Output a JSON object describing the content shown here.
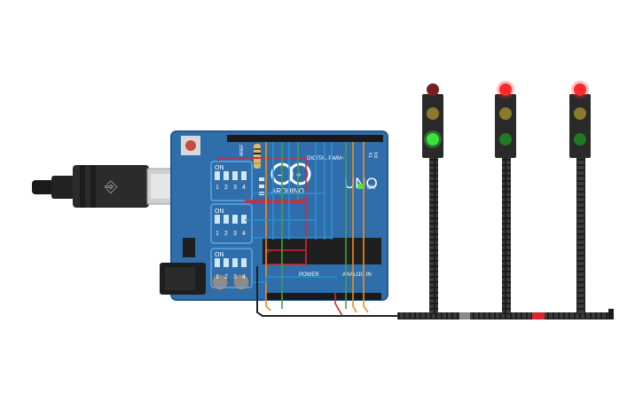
{
  "board": {
    "logo": "ARDUINO",
    "model": "UNO",
    "on_label": "ON",
    "digital_label": "DIGITAL PWM~",
    "power_label": "POWER",
    "analog_label": "ANALOG IN",
    "tx_label": "TX",
    "rx_label": "RX",
    "aref_label": "AREF"
  },
  "dip_switches": [
    {
      "on_label": "ON",
      "numbers": [
        "1",
        "2",
        "3",
        "4"
      ]
    },
    {
      "on_label": "ON",
      "numbers": [
        "1",
        "2",
        "3",
        "4"
      ]
    },
    {
      "on_label": "ON",
      "numbers": [
        "1",
        "2",
        "3",
        "4"
      ]
    }
  ],
  "traffic_lights": [
    {
      "red_on": false,
      "yellow_on": false,
      "green_on": true
    },
    {
      "red_on": true,
      "yellow_on": false,
      "green_on": false
    },
    {
      "red_on": true,
      "yellow_on": false,
      "green_on": false
    }
  ],
  "colors": {
    "board": "#2f6eab",
    "wire_red": "#d9272e",
    "wire_orange": "#f28c1c",
    "wire_green": "#43a047",
    "wire_blue": "#2a8fd6",
    "wire_black": "#222222",
    "led_red": "#ff2a2a",
    "led_green": "#39e23b"
  }
}
